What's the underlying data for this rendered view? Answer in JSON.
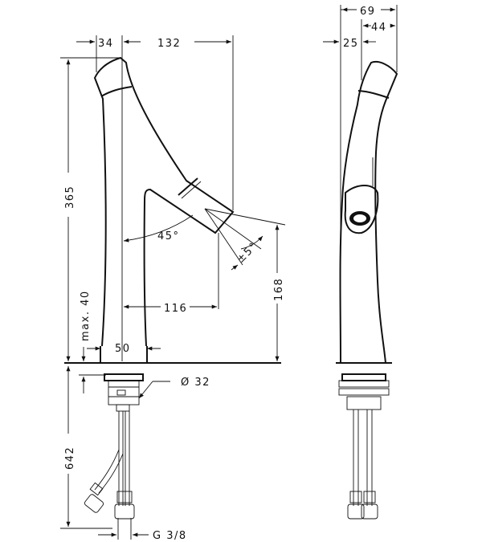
{
  "dimensions": {
    "top_left_width": "34",
    "spout_reach": "132",
    "total_height": "365",
    "spout_angle": "45°",
    "swivel_angle": "±5°",
    "spout_projection": "116",
    "outlet_height": "168",
    "max_deck": "max. 40",
    "base_diameter": "50",
    "shank_diameter": "Ø 32",
    "hose_length": "642",
    "connection_thread": "G 3/8",
    "side_total_width": "69",
    "side_offset": "25",
    "side_top_width": "44"
  }
}
